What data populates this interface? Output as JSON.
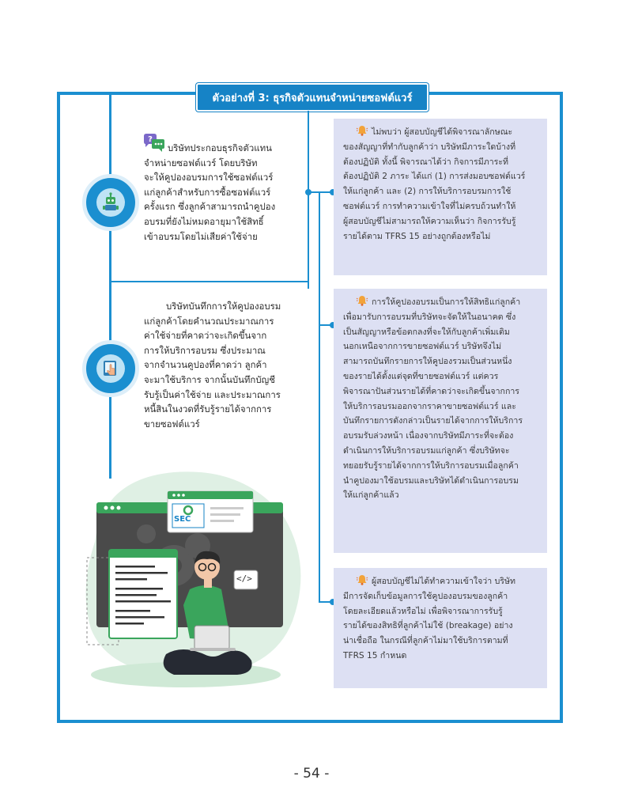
{
  "header": {
    "title": "ตัวอย่างที่ 3: ธุรกิจตัวแทนจำหน่ายซอฟต์แวร์"
  },
  "left_sections": [
    {
      "lines": [
        "บริษัทประกอบธุรกิจตัวแทน",
        "จำหน่ายซอฟต์แวร์ โดยบริษัท",
        "จะให้คูปองอบรมการใช้ซอฟต์แวร์",
        "แก่ลูกค้าสำหรับการซื้อซอฟต์แวร์",
        "ครั้งแรก ซึ่งลูกค้าสามารถนำคูปอง",
        "อบรมที่ยังไม่หมดอายุมาใช้สิทธิ์",
        "เข้าอบรมโดยไม่เสียค่าใช้จ่าย"
      ]
    },
    {
      "lines": [
        "บริษัทบันทึกการให้คูปองอบรม",
        "แก่ลูกค้าโดยคำนวณประมาณการ",
        "ค่าใช้จ่ายที่คาดว่าจะเกิดขึ้นจาก",
        "การให้บริการอบรม ซึ่งประมาณ",
        "จากจำนวนคูปองที่คาดว่า ลูกค้า",
        "จะมาใช้บริการ จากนั้นบันทึกบัญชี",
        "รับรู้เป็นค่าใช้จ่าย และประมาณการ",
        "หนี้สินในงวดที่รับรู้รายได้จากการ",
        "ขายซอฟต์แวร์"
      ]
    }
  ],
  "panels": [
    {
      "lines": [
        "ไม่พบว่า ผู้สอบบัญชีได้พิจารณาลักษณะ",
        "ของสัญญาที่ทำกับลูกค้าว่า บริษัทมีภาระใดบ้างที่",
        "ต้องปฏิบัติ ทั้งนี้ พิจารณาได้ว่า กิจการมีภาระที่",
        "ต้องปฏิบัติ 2 ภาระ ได้แก่ (1) การส่งมอบซอฟต์แวร์",
        "ให้แก่ลูกค้า และ (2) การให้บริการอบรมการใช้",
        "ซอฟต์แวร์ การทำความเข้าใจที่ไม่ครบถ้วนทำให้",
        "ผู้สอบบัญชีไม่สามารถให้ความเห็นว่า กิจการรับรู้",
        "รายได้ตาม TFRS 15 อย่างถูกต้องหรือไม่"
      ]
    },
    {
      "lines": [
        "การให้คูปองอบรมเป็นการให้สิทธิแก่ลูกค้า",
        "เพื่อมารับการอบรมที่บริษัทจะจัดให้ในอนาคต ซึ่ง",
        "เป็นสัญญาหรือข้อตกลงที่จะให้กับลูกค้าเพิ่มเติม",
        "นอกเหนือจากการขายซอฟต์แวร์ บริษัทจึงไม่",
        "สามารถบันทึกรายการให้คูปองรวมเป็นส่วนหนึ่ง",
        "ของรายได้ตั้งแต่จุดที่ขายซอฟต์แวร์ แต่ควร",
        "พิจารณาปันส่วนรายได้ที่คาดว่าจะเกิดขึ้นจากการ",
        "ให้บริการอบรมออกจากราคาขายซอฟต์แวร์ และ",
        "บันทึกรายการดังกล่าวเป็นรายได้จากการให้บริการ",
        "อบรมรับล่วงหน้า เนื่องจากบริษัทมีภาระที่จะต้อง",
        "ดำเนินการให้บริการอบรมแก่ลูกค้า ซึ่งบริษัทจะ",
        "ทยอยรับรู้รายได้จากการให้บริการอบรมเมื่อลูกค้า",
        "นำคูปองมาใช้อบรมและบริษัทได้ดำเนินการอบรม",
        "ให้แก่ลูกค้าแล้ว"
      ]
    },
    {
      "lines": [
        "ผู้สอบบัญชีไม่ได้ทำความเข้าใจว่า บริษัท",
        "มีการจัดเก็บข้อมูลการใช้คูปองอบรมของลูกค้า",
        "โดยละเอียดแล้วหรือไม่ เพื่อพิจารณาการรับรู้",
        "รายได้ของสิทธิที่ลูกค้าไม่ใช้ (breakage) อย่าง",
        "น่าเชื่อถือ ในกรณีที่ลูกค้าไม่มาใช้บริการตามที่",
        "TFRS 15 กำหนด"
      ]
    }
  ],
  "illustration": {
    "logo_text": "SEC",
    "code_tag": "</>"
  },
  "icons": [
    "question-chat-icon",
    "robot-icon",
    "hand-tap-icon",
    "bell-icon"
  ],
  "colors": {
    "frame": "#1b8fd0",
    "badge": "#1683c6",
    "panel": "#dde0f3",
    "accent_green": "#3aa55c"
  },
  "footer": {
    "page_number": "- 54 -"
  }
}
